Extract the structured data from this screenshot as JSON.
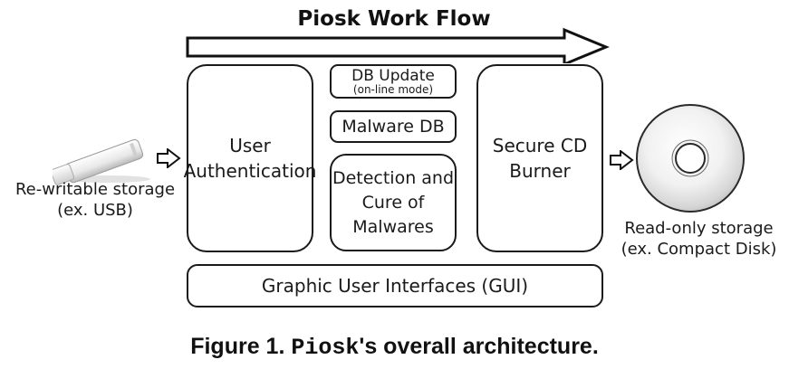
{
  "title": "Piosk Work Flow",
  "boxes": {
    "user_auth": "User\nAuthentication",
    "db_update": {
      "main": "DB Update",
      "sub": "(on-line mode)"
    },
    "malware_db": "Malware DB",
    "detection": "Detection and\nCure of\nMalwares",
    "secure_cd": "Secure CD\nBurner",
    "gui": "Graphic User Interfaces (GUI)"
  },
  "input_storage": {
    "line1": "Re-writable storage",
    "line2": "(ex. USB)"
  },
  "output_storage": {
    "line1": "Read-only storage",
    "line2": "(ex. Compact Disk)"
  },
  "figure_caption": {
    "prefix": "Figure 1. ",
    "name": "Piosk",
    "suffix": "'s overall architecture."
  },
  "icons": [
    "flow-arrow-icon",
    "usb-drive-icon",
    "input-arrow-icon",
    "output-arrow-icon",
    "compact-disk-icon"
  ]
}
